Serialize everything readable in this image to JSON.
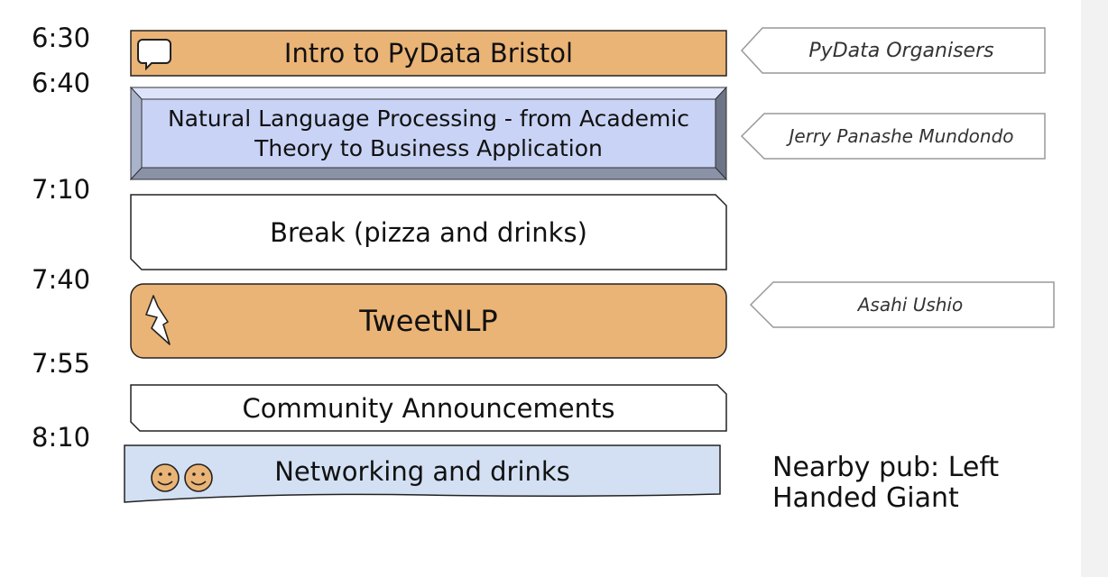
{
  "times": [
    "6:30",
    "6:40",
    "7:10",
    "7:40",
    "7:55",
    "8:10"
  ],
  "slots": [
    {
      "title": "Intro to PyData Bristol",
      "speaker": "PyData Organisers",
      "icon": "speech-bubble-icon"
    },
    {
      "title_line1": "Natural Language Processing - from Academic",
      "title_line2": "Theory to Business Application",
      "speaker": "Jerry Panashe Mundondo"
    },
    {
      "title": "Break (pizza and drinks)"
    },
    {
      "title": "TweetNLP",
      "speaker": "Asahi Ushio",
      "icon": "lightning-bolt-icon"
    },
    {
      "title": "Community Announcements"
    },
    {
      "title": "Networking and drinks",
      "icon": "smiley-faces-icon"
    }
  ],
  "note": {
    "line1": "Nearby pub: Left",
    "line2": "Handed Giant"
  },
  "colors": {
    "orange": "#eab476",
    "lavender": "#c9d3f5",
    "light_blue": "#d3e0f3",
    "white": "#ffffff",
    "outline": "#222222",
    "callout_border": "#999999"
  }
}
